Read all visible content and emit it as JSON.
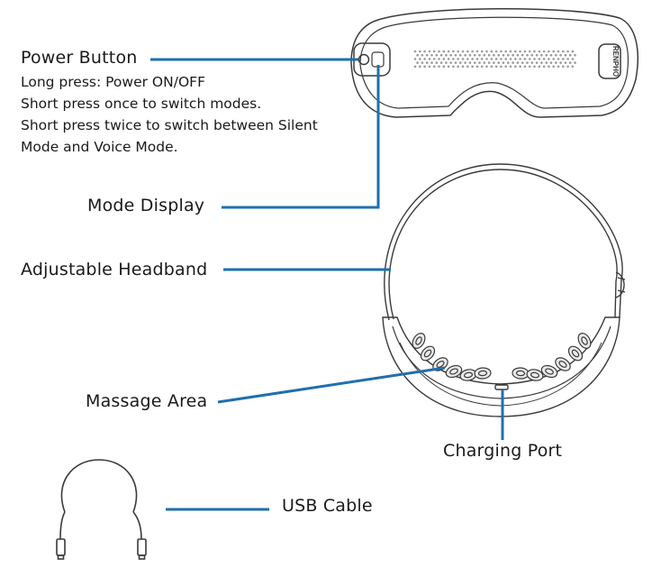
{
  "brand_logo": "RENPHO",
  "labels": {
    "power_button": "Power Button",
    "power_desc": [
      "Long press: Power ON/OFF",
      "Short press once to switch modes.",
      "Short press twice to switch between Silent",
      "Mode and Voice Mode."
    ],
    "mode_display": "Mode Display",
    "adjustable_headband": "Adjustable Headband",
    "massage_area": "Massage Area",
    "charging_port": "Charging Port",
    "usb_cable": "USB Cable"
  },
  "colors": {
    "leader_line": "#1f6fae",
    "outline": "#3a3a3a"
  }
}
